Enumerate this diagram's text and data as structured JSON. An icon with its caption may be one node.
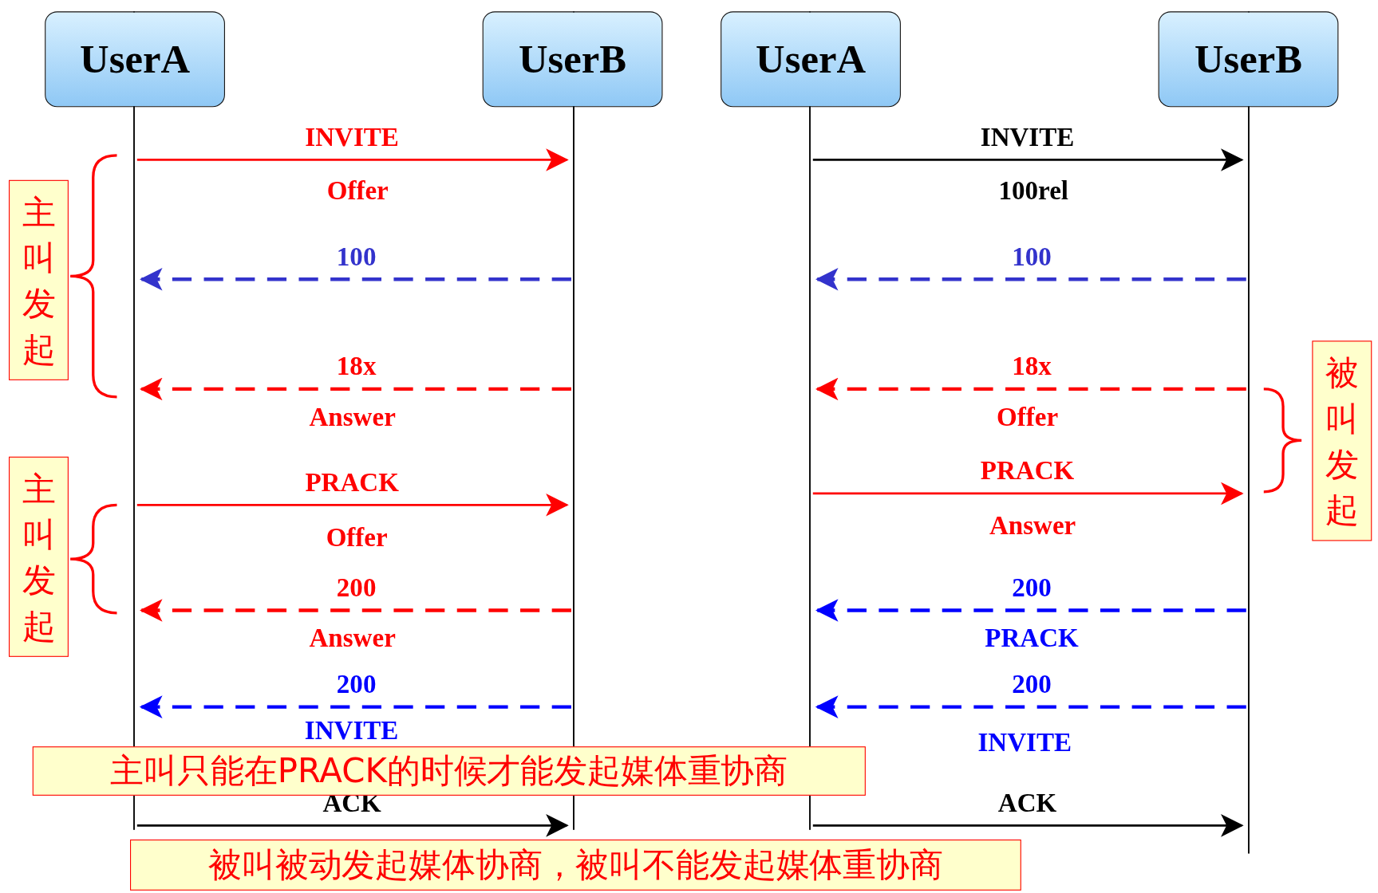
{
  "diagram": {
    "nodes": [
      {
        "text": [
          "UserA"
        ]
      },
      {
        "text": [
          "UserB"
        ]
      },
      {
        "text": [
          "UserA"
        ]
      },
      {
        "text": [
          "UserB"
        ]
      },
      {
        "text": [
          "主叫发起"
        ]
      },
      {
        "text": [
          "主叫发起"
        ]
      },
      {
        "text": [
          "被叫发起"
        ]
      },
      {
        "text": [
          "主叫只能在PRACK的时候才能发起媒体重协商"
        ]
      },
      {
        "text": [
          "被叫被动发起媒体协商，被叫不能发起媒体重协商"
        ]
      }
    ],
    "edges": [
      {
        "from": 0,
        "to": 1,
        "arrow": "to",
        "label": "INVITE",
        "color": "#ff0000"
      },
      {
        "from": 1,
        "to": 0,
        "arrow": "to",
        "label": "100",
        "style": "dashed",
        "color": "#3333cc"
      },
      {
        "from": 1,
        "to": 0,
        "arrow": "to",
        "label": "18x",
        "style": "dashed",
        "color": "#ff0000"
      },
      {
        "from": 0,
        "to": 1,
        "arrow": "to",
        "label": "PRACK",
        "color": "#ff0000"
      },
      {
        "from": 1,
        "to": 0,
        "arrow": "to",
        "label": "200",
        "style": "dashed",
        "color": "#ff0000"
      },
      {
        "from": 1,
        "to": 0,
        "arrow": "to",
        "label": "200",
        "style": "dashed",
        "color": "#0000ff"
      },
      {
        "from": 0,
        "to": 1,
        "arrow": "to",
        "label": "ACK",
        "color": "#000000"
      },
      {
        "from": 2,
        "to": 3,
        "arrow": "to",
        "label": "INVITE",
        "color": "#000000"
      },
      {
        "from": 3,
        "to": 2,
        "arrow": "to",
        "label": "100",
        "style": "dashed",
        "color": "#3333cc"
      },
      {
        "from": 3,
        "to": 2,
        "arrow": "to",
        "label": "18x",
        "style": "dashed",
        "color": "#ff0000"
      },
      {
        "from": 2,
        "to": 3,
        "arrow": "to",
        "label": "PRACK",
        "color": "#ff0000"
      },
      {
        "from": 3,
        "to": 2,
        "arrow": "to",
        "label": "200",
        "style": "dashed",
        "color": "#0000ff"
      },
      {
        "from": 3,
        "to": 2,
        "arrow": "to",
        "label": "200",
        "style": "dashed",
        "color": "#0000ff"
      },
      {
        "from": 2,
        "to": 3,
        "arrow": "to",
        "label": "ACK",
        "color": "#000000"
      }
    ],
    "labels": [
      "Offer",
      "100rel",
      "Answer",
      "Offer",
      "Offer",
      "Answer",
      "Answer",
      "PRACK",
      "INVITE",
      "INVITE"
    ]
  }
}
